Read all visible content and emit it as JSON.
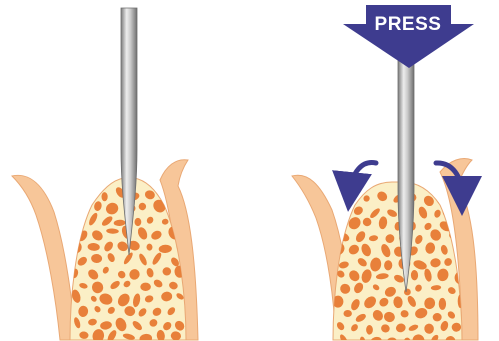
{
  "panels": [
    {
      "id": "before",
      "press_arrow": false,
      "spread_arrows": false
    },
    {
      "id": "after",
      "press_arrow": true,
      "spread_arrows": true
    }
  ],
  "press_arrow": {
    "label": "PRESS"
  },
  "colors": {
    "gum": "#F7C699",
    "gum_edge": "#E9A874",
    "bone": "#FBEFC6",
    "marrow": "#E8803A",
    "needle_light": "#EDEDED",
    "needle_dark": "#7A7A7A",
    "arrow": "#3E3C8F",
    "background": "#FFFFFF"
  },
  "icons": [
    "needle-icon",
    "press-arrow-icon",
    "spread-left-arrow-icon",
    "spread-right-arrow-icon"
  ]
}
